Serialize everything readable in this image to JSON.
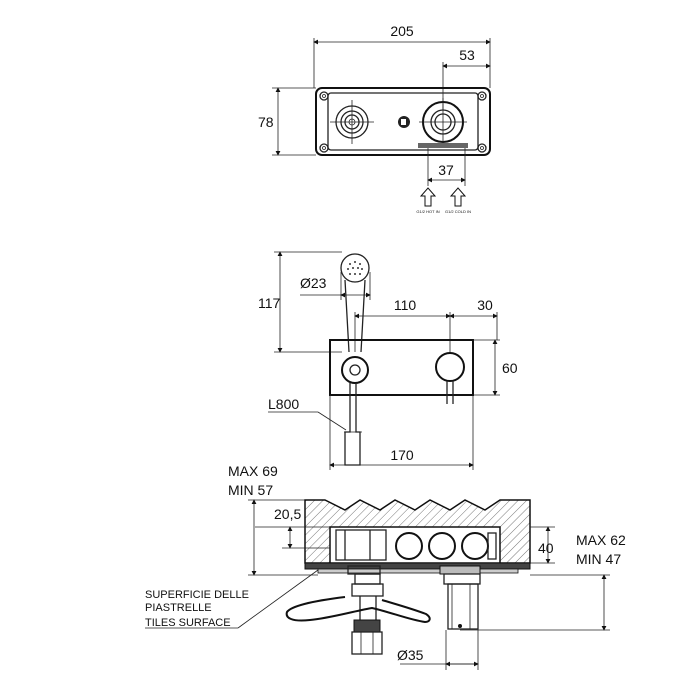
{
  "top_view": {
    "width": "205",
    "offset": "53",
    "height": "78",
    "spacing": "37",
    "inlet_hot": "G1/2 HOT IN",
    "inlet_cold": "G1/2 COLD IN"
  },
  "front_view": {
    "head_height": "117",
    "head_diameter": "Ø23",
    "center_distance": "110",
    "knob_offset": "30",
    "plate_height": "60",
    "hose_length": "L800",
    "plate_width": "170"
  },
  "section_view": {
    "max_depth": "MAX 69",
    "min_depth": "MIN 57",
    "lever_offset": "20,5",
    "box_height": "40",
    "max_body": "MAX 62",
    "min_body": "MIN 47",
    "surface_label_1": "SUPERFICIE DELLE",
    "surface_label_2": "PIASTRELLE",
    "surface_label_3": "TILES SURFACE",
    "outlet_diameter": "Ø35"
  }
}
